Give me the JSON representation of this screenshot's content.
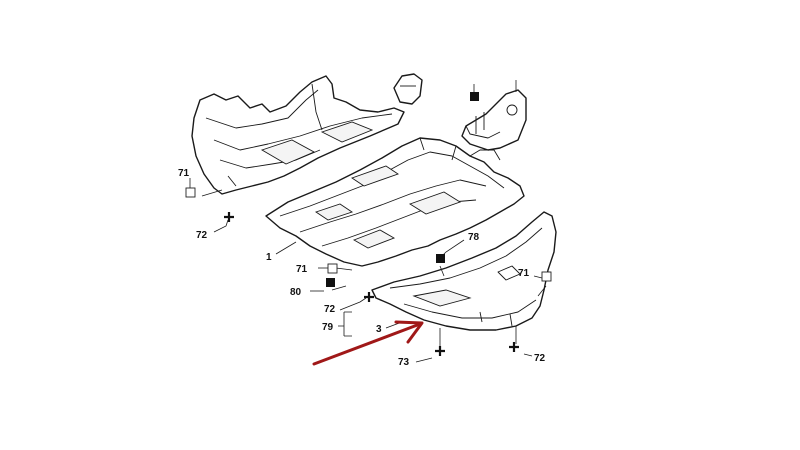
{
  "callouts": {
    "c71_left": "71",
    "c72_left": "72",
    "c1": "1",
    "c71_mid": "71",
    "c80": "80",
    "c72_mid": "72",
    "c79": "79",
    "c78": "78",
    "c3": "3",
    "c73": "73",
    "c71_right": "71",
    "c72_right": "72"
  },
  "colors": {
    "line": "#1a1a1a",
    "pointer_arrow": "#a01818",
    "background": "#ffffff"
  },
  "icons": {
    "open_square": "open-square-symbol",
    "solid_square": "solid-square-symbol",
    "plus": "plus-fastener-symbol"
  }
}
